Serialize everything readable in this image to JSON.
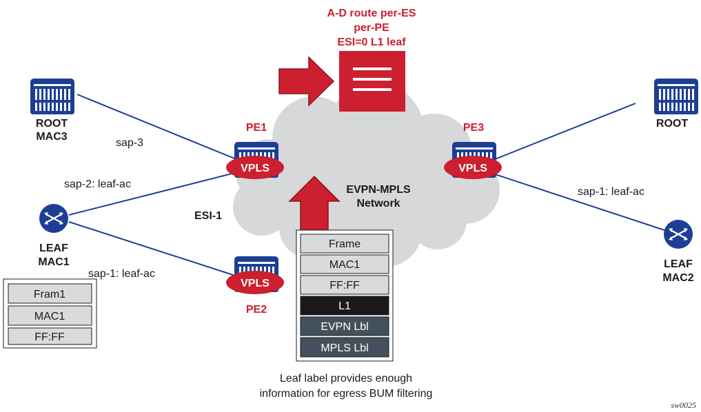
{
  "route": {
    "title_line1": "A-D route per-ES",
    "title_line2": "per-PE",
    "title_line3": "ESI=0 L1 leaf"
  },
  "network_label": {
    "line1": "EVPN-MPLS",
    "line2": "Network"
  },
  "pe": {
    "pe1": "PE1",
    "pe2": "PE2",
    "pe3": "PE3",
    "service": "VPLS"
  },
  "esi_label": "ESI-1",
  "left_root": {
    "line1": "ROOT",
    "line2": "MAC3"
  },
  "left_leaf": {
    "line1": "LEAF",
    "line2": "MAC1"
  },
  "right_root": {
    "line1": "ROOT"
  },
  "right_leaf": {
    "line1": "LEAF",
    "line2": "MAC2"
  },
  "saps": {
    "sap3": "sap-3",
    "sap2": "sap-2: leaf-ac",
    "sap1_left": "sap-1: leaf-ac",
    "sap1_right": "sap-1: leaf-ac"
  },
  "left_stack": [
    "Fram1",
    "MAC1",
    "FF:FF"
  ],
  "center_stack": [
    "Frame",
    "MAC1",
    "FF:FF",
    "L1",
    "EVPN Lbl",
    "MPLS Lbl"
  ],
  "caption": {
    "line1": "Leaf label provides enough",
    "line2": "information for egress BUM filtering"
  },
  "figure_id": "sw0025",
  "colors": {
    "router_blue": "#1c3f94",
    "red": "#cc1f2f",
    "cloud_gray": "#d6d8da",
    "stack_light": "#d9dadb",
    "stack_black": "#1a1a1a",
    "stack_slate": "#44505c",
    "link_blue": "#1c3f94"
  }
}
